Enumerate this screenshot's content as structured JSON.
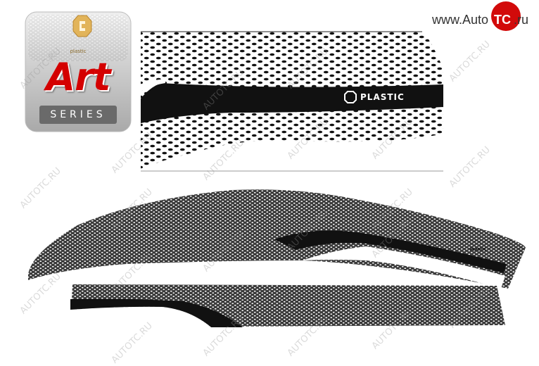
{
  "badge": {
    "brand_small": "plastic",
    "title": "Art",
    "subtitle": "SERIES"
  },
  "site": {
    "prefix": "www.Auto",
    "highlight": "TC",
    "suffix": ".ru"
  },
  "product": {
    "label_large": "PLASTIC",
    "label_small": "PLASTIC"
  },
  "watermark": "AUTOTC.RU",
  "colors": {
    "accent_red": "#d20a0a",
    "deflector_grey": "#b8b8b8",
    "stripe_black": "#111111"
  }
}
